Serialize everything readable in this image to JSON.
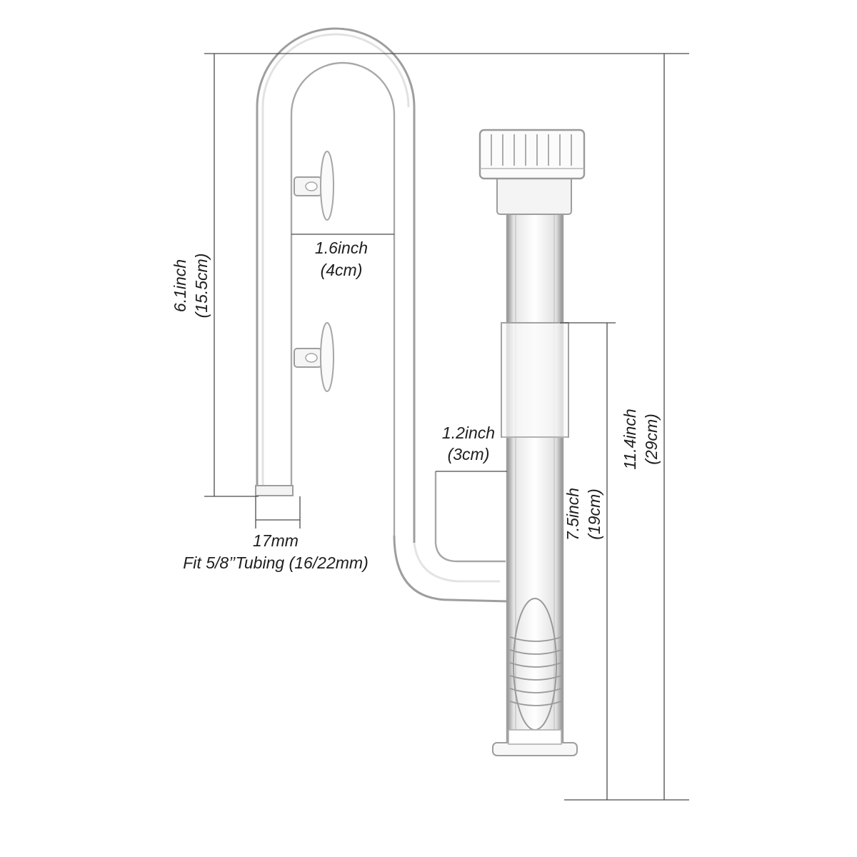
{
  "dimensions": {
    "total_height": {
      "line1": "11.4inch",
      "line2": "(29cm)"
    },
    "pipe_height": {
      "line1": "7.5inch",
      "line2": "(19cm)"
    },
    "hook_height": {
      "line1": "6.1inch",
      "line2": "(15.5cm)"
    },
    "hook_width": {
      "line1": "1.6inch",
      "line2": "(4cm)"
    },
    "gap_width": {
      "line1": "1.2inch",
      "line2": "(3cm)"
    },
    "outlet_diameter": {
      "line1": "17mm",
      "line2": "Fit 5/8’’Tubing (16/22mm)"
    }
  },
  "colors": {
    "glass_edge": "#9a9a9a",
    "glass_highlight": "#ffffff",
    "dimension_line": "#4a4a4a",
    "text": "#1e1e1e"
  }
}
